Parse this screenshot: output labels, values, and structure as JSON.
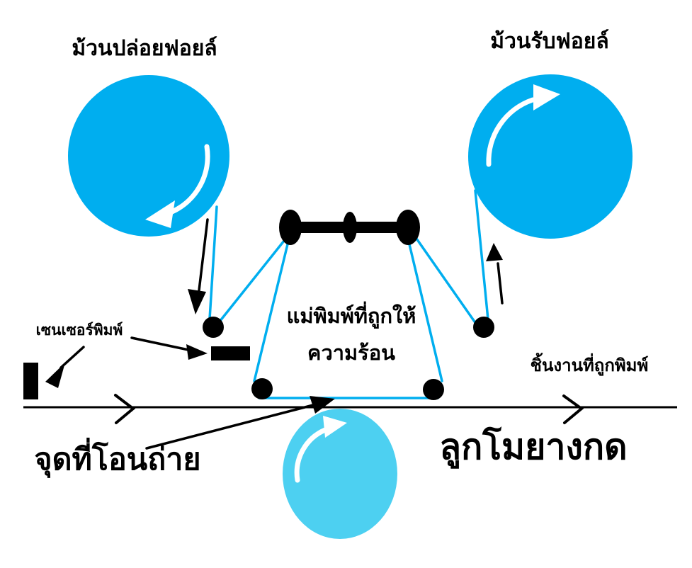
{
  "diagram": {
    "labels": {
      "unwind_roll": "ม้วนปล่อยฟอยล์",
      "takeup_roll": "ม้วนรับฟอยล์",
      "heated_die_line1": "แม่พิมพ์ที่ถูกให้",
      "heated_die_line2": "ความร้อน",
      "print_sensor": "เซนเซอร์พิมพ์",
      "printed_workpiece": "ชิ้นงานที่ถูกพิมพ์",
      "transfer_point": "จุดที่โอนถ่าย",
      "rubber_pressure_roller": "ลูกโมยางกด"
    },
    "colors": {
      "foil_roll_cyan": "#00AEEF",
      "rubber_roller_cyan": "#4DD0F1",
      "foil_line_cyan": "#00AEEF",
      "ink_black": "#000000",
      "rotation_arrow_white": "#FFFFFF",
      "background": "#FFFFFF"
    }
  }
}
